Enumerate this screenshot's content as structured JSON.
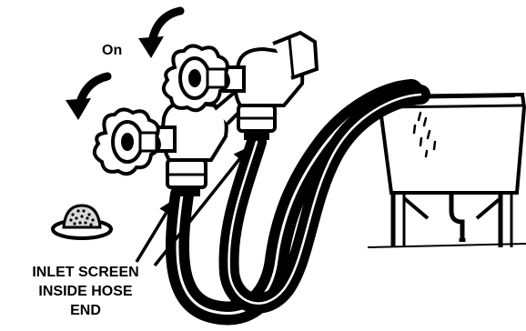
{
  "labels": {
    "on": "On",
    "inlet_screen": [
      "INLET SCREEN",
      "INSIDE HOSE",
      "END"
    ]
  },
  "colors": {
    "ink": "#000000",
    "paper": "#ffffff",
    "screen_fill": "#d9d9d9"
  },
  "icons": {
    "rotation_arrows": "curved-arrow-icon",
    "faucets": "faucet-handle-icon",
    "filter": "inlet-screen-icon"
  }
}
